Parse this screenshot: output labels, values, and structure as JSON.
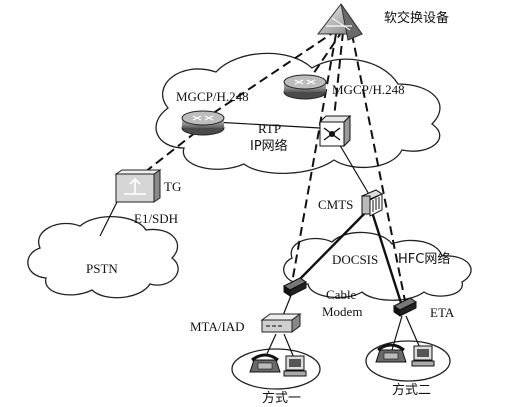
{
  "labels": {
    "softswitch": "软交换设备",
    "mgcp_left": "MGCP/H.248",
    "mgcp_right": "MGCP/H.248",
    "rtp": "RTP",
    "ip_network": "IP网络",
    "tg": "TG",
    "e1_sdh": "E1/SDH",
    "pstn": "PSTN",
    "cmts": "CMTS",
    "docsis": "DOCSIS",
    "hfc_network": "HFC网络",
    "cable_modem_line1": "Cable",
    "cable_modem_line2": "Modem",
    "eta": "ETA",
    "mta_iad": "MTA/IAD",
    "mode_one": "方式一",
    "mode_two": "方式二"
  },
  "icons": {
    "softswitch": "softswitch-pyramid-icon",
    "router": "router-icon",
    "switch": "atm-switch-icon",
    "gateway": "trunk-gateway-icon",
    "cmts": "cmts-chassis-icon",
    "modem": "cable-modem-icon",
    "iad": "iad-box-icon",
    "phone": "telephone-icon",
    "computer": "computer-icon"
  }
}
